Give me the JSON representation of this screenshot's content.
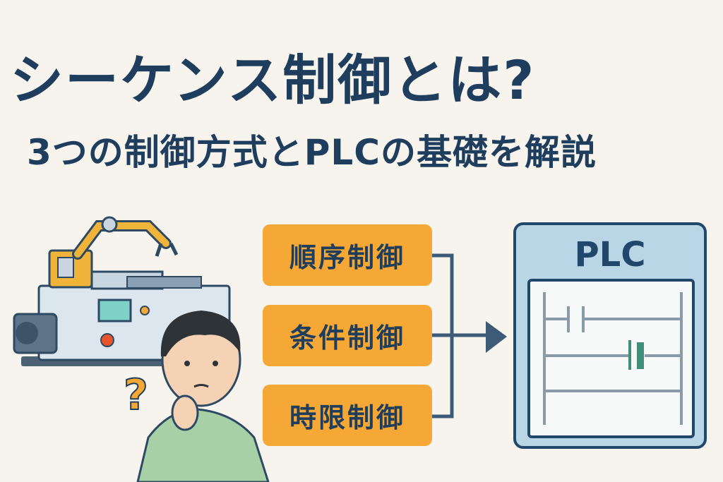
{
  "title": "シーケンス制御とは?",
  "subtitle": "3つの制御方式とPLCの基礎を解説",
  "control_methods": [
    "順序制御",
    "条件制御",
    "時限制御"
  ],
  "plc_label": "PLC",
  "question_mark": "?",
  "colors": {
    "navy": "#1f3d5c",
    "orange": "#f5a836",
    "panel": "#b9d6e6",
    "green": "#3f8f78"
  }
}
